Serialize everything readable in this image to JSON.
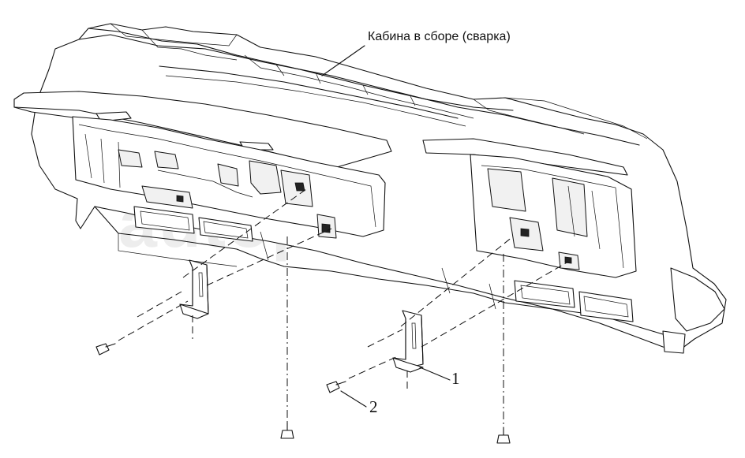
{
  "diagram": {
    "callouts": {
      "cab_assembly": "Кабина в сборе (сварка)",
      "part_1": "1",
      "part_2": "2"
    },
    "watermark": "autopiter.ru"
  }
}
